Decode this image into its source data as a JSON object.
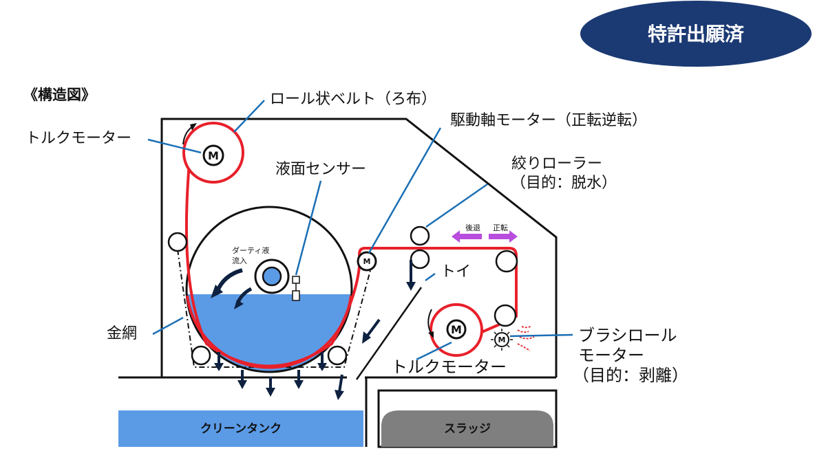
{
  "badge": {
    "text": "特許出願済",
    "color": "#1b3a73"
  },
  "title": "《構造図》",
  "labels": {
    "roll_belt": "ロール状ベルト（ろ布）",
    "torque_motor_top": "トルクモーター",
    "liquid_sensor": "液面センサー",
    "drive_motor": "駆動軸モーター（正転逆転）",
    "squeeze_roller_line1": "絞りローラー",
    "squeeze_roller_line2": "（目的：脱水）",
    "trough": "トイ",
    "wire_mesh": "金網",
    "brush_motor_line1": "ブラシロール",
    "brush_motor_line2": "モーター",
    "brush_motor_line3": "（目的：剥離）",
    "torque_motor_bottom": "トルクモーター",
    "inflow_line1": "ダーティ液",
    "inflow_line2": "流入",
    "backward": "後退",
    "forward": "正転",
    "motor_mark": "M"
  },
  "tanks": {
    "clean": "クリーンタンク",
    "sludge": "スラッジ"
  },
  "colors": {
    "belt": "#e8202a",
    "leader": "#1a6fb5",
    "water": "#5b9be6",
    "arrow": "#0e2140",
    "direction": "#b84dde",
    "sludge": "#7f7f7f",
    "frame": "#111111"
  }
}
